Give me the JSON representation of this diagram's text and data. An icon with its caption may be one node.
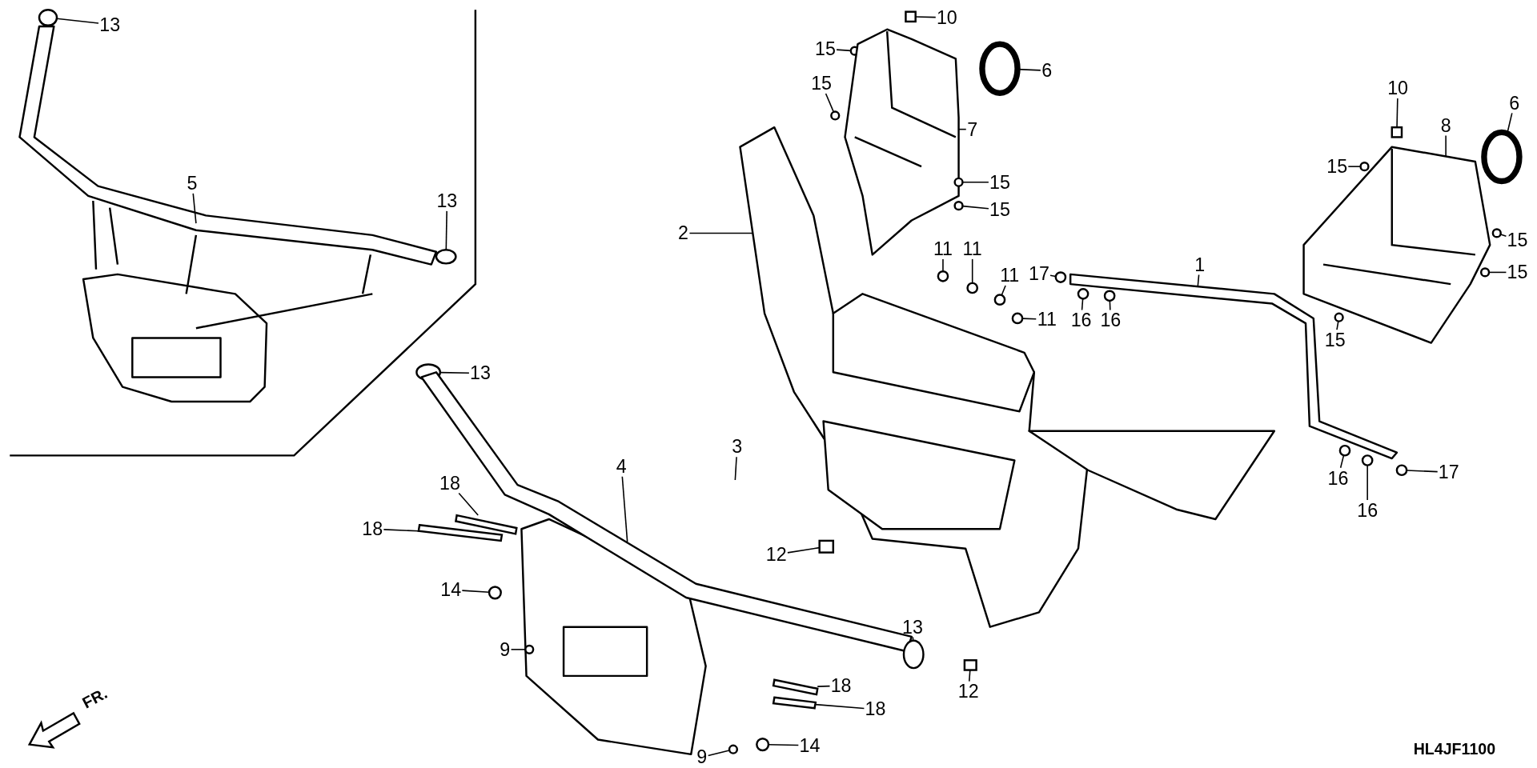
{
  "diagram": {
    "nodes": [
      {
        "text": [
          "13"
        ]
      },
      {
        "text": [
          "5"
        ]
      },
      {
        "text": [
          "13"
        ]
      },
      {
        "text": [
          "13"
        ]
      },
      {
        "text": [
          "18"
        ]
      },
      {
        "text": [
          "18"
        ]
      },
      {
        "text": [
          "4"
        ]
      },
      {
        "text": [
          "14"
        ]
      },
      {
        "text": [
          "9"
        ]
      },
      {
        "text": [
          "13"
        ]
      },
      {
        "text": [
          "18"
        ]
      },
      {
        "text": [
          "18"
        ]
      },
      {
        "text": [
          "14"
        ]
      },
      {
        "text": [
          "9"
        ]
      },
      {
        "text": [
          "2"
        ]
      },
      {
        "text": [
          "3"
        ]
      },
      {
        "text": [
          "12"
        ]
      },
      {
        "text": [
          "12"
        ]
      },
      {
        "text": [
          "10"
        ]
      },
      {
        "text": [
          "15"
        ]
      },
      {
        "text": [
          "6"
        ]
      },
      {
        "text": [
          "15"
        ]
      },
      {
        "text": [
          "7"
        ]
      },
      {
        "text": [
          "15"
        ]
      },
      {
        "text": [
          "15"
        ]
      },
      {
        "text": [
          "11"
        ]
      },
      {
        "text": [
          "11"
        ]
      },
      {
        "text": [
          "11"
        ]
      },
      {
        "text": [
          "11"
        ]
      },
      {
        "text": [
          "17"
        ]
      },
      {
        "text": [
          "16"
        ]
      },
      {
        "text": [
          "16"
        ]
      },
      {
        "text": [
          "1"
        ]
      },
      {
        "text": [
          "10"
        ]
      },
      {
        "text": [
          "8"
        ]
      },
      {
        "text": [
          "6"
        ]
      },
      {
        "text": [
          "15"
        ]
      },
      {
        "text": [
          "15"
        ]
      },
      {
        "text": [
          "15"
        ]
      },
      {
        "text": [
          "15"
        ]
      },
      {
        "text": [
          "16"
        ]
      },
      {
        "text": [
          "16"
        ]
      },
      {
        "text": [
          "17"
        ]
      },
      {
        "text": [],
        "shape": "circle"
      },
      {
        "text": [],
        "shape": "picture"
      },
      {
        "text": [],
        "shape": "circle"
      },
      {
        "text": [],
        "shape": "circle"
      },
      {
        "text": [],
        "shape": "bar"
      },
      {
        "text": [],
        "shape": "bar"
      },
      {
        "text": [],
        "shape": "picture"
      },
      {
        "text": [],
        "shape": "circle"
      },
      {
        "text": [],
        "shape": "circle"
      },
      {
        "text": [],
        "shape": "circle"
      },
      {
        "text": [],
        "shape": "bar"
      },
      {
        "text": [],
        "shape": "bar"
      },
      {
        "text": [],
        "shape": "circle"
      },
      {
        "text": [],
        "shape": "circle"
      },
      {
        "text": [],
        "shape": "picture"
      },
      {
        "text": [],
        "shape": "box"
      },
      {
        "text": [],
        "shape": "box"
      },
      {
        "text": [],
        "shape": "box"
      },
      {
        "text": [],
        "shape": "circle"
      },
      {
        "text": [],
        "shape": "circle"
      },
      {
        "text": [],
        "shape": "circle"
      },
      {
        "text": [],
        "shape": "picture"
      },
      {
        "text": [],
        "shape": "circle"
      },
      {
        "text": [],
        "shape": "circle"
      },
      {
        "text": [],
        "shape": "circle"
      },
      {
        "text": [],
        "shape": "circle"
      },
      {
        "text": [],
        "shape": "circle"
      },
      {
        "text": [],
        "shape": "circle"
      },
      {
        "text": [],
        "shape": "circle"
      },
      {
        "text": [],
        "shape": "circle"
      },
      {
        "text": [],
        "shape": "circle"
      },
      {
        "text": [],
        "shape": "picture"
      },
      {
        "text": [],
        "shape": "box"
      },
      {
        "text": [],
        "shape": "picture"
      },
      {
        "text": [],
        "shape": "circle"
      },
      {
        "text": [],
        "shape": "circle"
      },
      {
        "text": [],
        "shape": "circle"
      },
      {
        "text": [],
        "shape": "circle"
      },
      {
        "text": [],
        "shape": "circle"
      },
      {
        "text": [],
        "shape": "circle"
      },
      {
        "text": [],
        "shape": "circle"
      },
      {
        "text": [],
        "shape": "circle"
      }
    ],
    "edges": [
      {
        "from": 0,
        "to": 43,
        "arrow": "none"
      },
      {
        "from": 1,
        "to": 44,
        "arrow": "none"
      },
      {
        "from": 2,
        "to": 45,
        "arrow": "none"
      },
      {
        "from": 3,
        "to": 46,
        "arrow": "none"
      },
      {
        "from": 4,
        "to": 47,
        "arrow": "none"
      },
      {
        "from": 5,
        "to": 48,
        "arrow": "none"
      },
      {
        "from": 6,
        "to": 49,
        "arrow": "none"
      },
      {
        "from": 7,
        "to": 50,
        "arrow": "none"
      },
      {
        "from": 8,
        "to": 51,
        "arrow": "none"
      },
      {
        "from": 9,
        "to": 52,
        "arrow": "none"
      },
      {
        "from": 10,
        "to": 53,
        "arrow": "none"
      },
      {
        "from": 11,
        "to": 54,
        "arrow": "none"
      },
      {
        "from": 12,
        "to": 55,
        "arrow": "none"
      },
      {
        "from": 13,
        "to": 56,
        "arrow": "none"
      },
      {
        "from": 14,
        "to": 57,
        "arrow": "none"
      },
      {
        "from": 15,
        "to": null,
        "arrow": "none"
      },
      {
        "from": 16,
        "to": 58,
        "arrow": "none"
      },
      {
        "from": 17,
        "to": 59,
        "arrow": "none"
      },
      {
        "from": 18,
        "to": 60,
        "arrow": "none"
      },
      {
        "from": 19,
        "to": 61,
        "arrow": "none"
      },
      {
        "from": 20,
        "to": 62,
        "arrow": "none"
      },
      {
        "from": 21,
        "to": 63,
        "arrow": "none"
      },
      {
        "from": 22,
        "to": 64,
        "arrow": "none"
      },
      {
        "from": 23,
        "to": 65,
        "arrow": "none"
      },
      {
        "from": 24,
        "to": 66,
        "arrow": "none"
      },
      {
        "from": 25,
        "to": 67,
        "arrow": "none"
      },
      {
        "from": 26,
        "to": 68,
        "arrow": "none"
      },
      {
        "from": 27,
        "to": 69,
        "arrow": "none"
      },
      {
        "from": 28,
        "to": 70,
        "arrow": "none"
      },
      {
        "from": 29,
        "to": 71,
        "arrow": "none"
      },
      {
        "from": 30,
        "to": 72,
        "arrow": "none"
      },
      {
        "from": 31,
        "to": 73,
        "arrow": "none"
      },
      {
        "from": 32,
        "to": 74,
        "arrow": "none"
      },
      {
        "from": 33,
        "to": 75,
        "arrow": "none"
      },
      {
        "from": 34,
        "to": 76,
        "arrow": "none"
      },
      {
        "from": 35,
        "to": 77,
        "arrow": "none"
      },
      {
        "from": 36,
        "to": 78,
        "arrow": "none"
      },
      {
        "from": 37,
        "to": 79,
        "arrow": "none"
      },
      {
        "from": 38,
        "to": 80,
        "arrow": "none"
      },
      {
        "from": 39,
        "to": 81,
        "arrow": "none"
      },
      {
        "from": 40,
        "to": 82,
        "arrow": "none"
      },
      {
        "from": 41,
        "to": 83,
        "arrow": "none"
      },
      {
        "from": 42,
        "to": 84,
        "arrow": "none"
      }
    ],
    "labels": [
      "FR.",
      "HL4JF1100"
    ]
  }
}
